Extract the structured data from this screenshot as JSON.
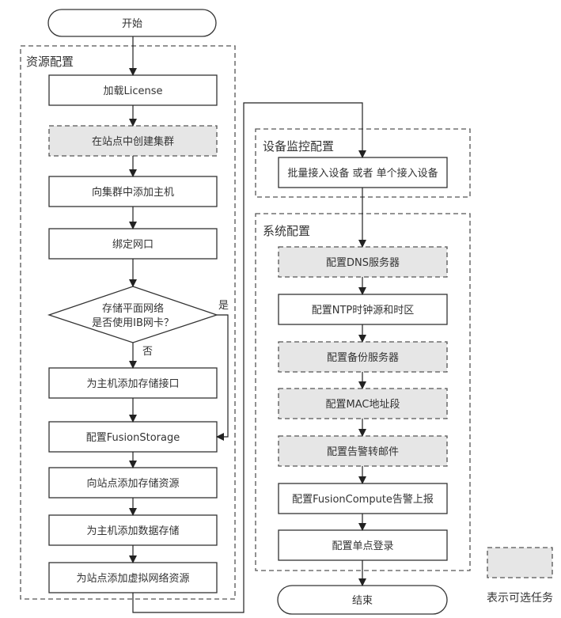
{
  "title": "配置流程",
  "colors": {
    "line": "#333333",
    "optional_fill": "#e6e6e6",
    "dashed_border": "#555555",
    "text": "#333333"
  },
  "start": {
    "label": "开始"
  },
  "end": {
    "label": "结束"
  },
  "groups": {
    "resource": {
      "label": "资源配置"
    },
    "monitor": {
      "label": "设备监控配置"
    },
    "system": {
      "label": "系统配置"
    }
  },
  "resource_steps": [
    {
      "label": "加载License",
      "optional": false
    },
    {
      "label": "在站点中创建集群",
      "optional": true
    },
    {
      "label": "向集群中添加主机",
      "optional": false
    },
    {
      "label": "绑定网口",
      "optional": false
    }
  ],
  "decision": {
    "line1": "存储平面网络",
    "line2": "是否使用IB网卡？",
    "yes": "是",
    "no": "否"
  },
  "resource_steps_after": [
    {
      "label": "为主机添加存储接口",
      "optional": false
    },
    {
      "label": "配置FusionStorage",
      "optional": false
    },
    {
      "label": "向站点添加存储资源",
      "optional": false
    },
    {
      "label": "为主机添加数据存储",
      "optional": false
    },
    {
      "label": "为站点添加虚拟网络资源",
      "optional": false
    }
  ],
  "monitor_steps": [
    {
      "label": "批量接入设备 或者 单个接入设备",
      "optional": false
    }
  ],
  "system_steps": [
    {
      "label": "配置DNS服务器",
      "optional": true
    },
    {
      "label": "配置NTP时钟源和时区",
      "optional": false
    },
    {
      "label": "配置备份服务器",
      "optional": true
    },
    {
      "label": "配置MAC地址段",
      "optional": true
    },
    {
      "label": "配置告警转邮件",
      "optional": true
    },
    {
      "label": "配置FusionCompute告警上报",
      "optional": false
    },
    {
      "label": "配置单点登录",
      "optional": false
    }
  ],
  "legend": {
    "label": "表示可选任务"
  }
}
